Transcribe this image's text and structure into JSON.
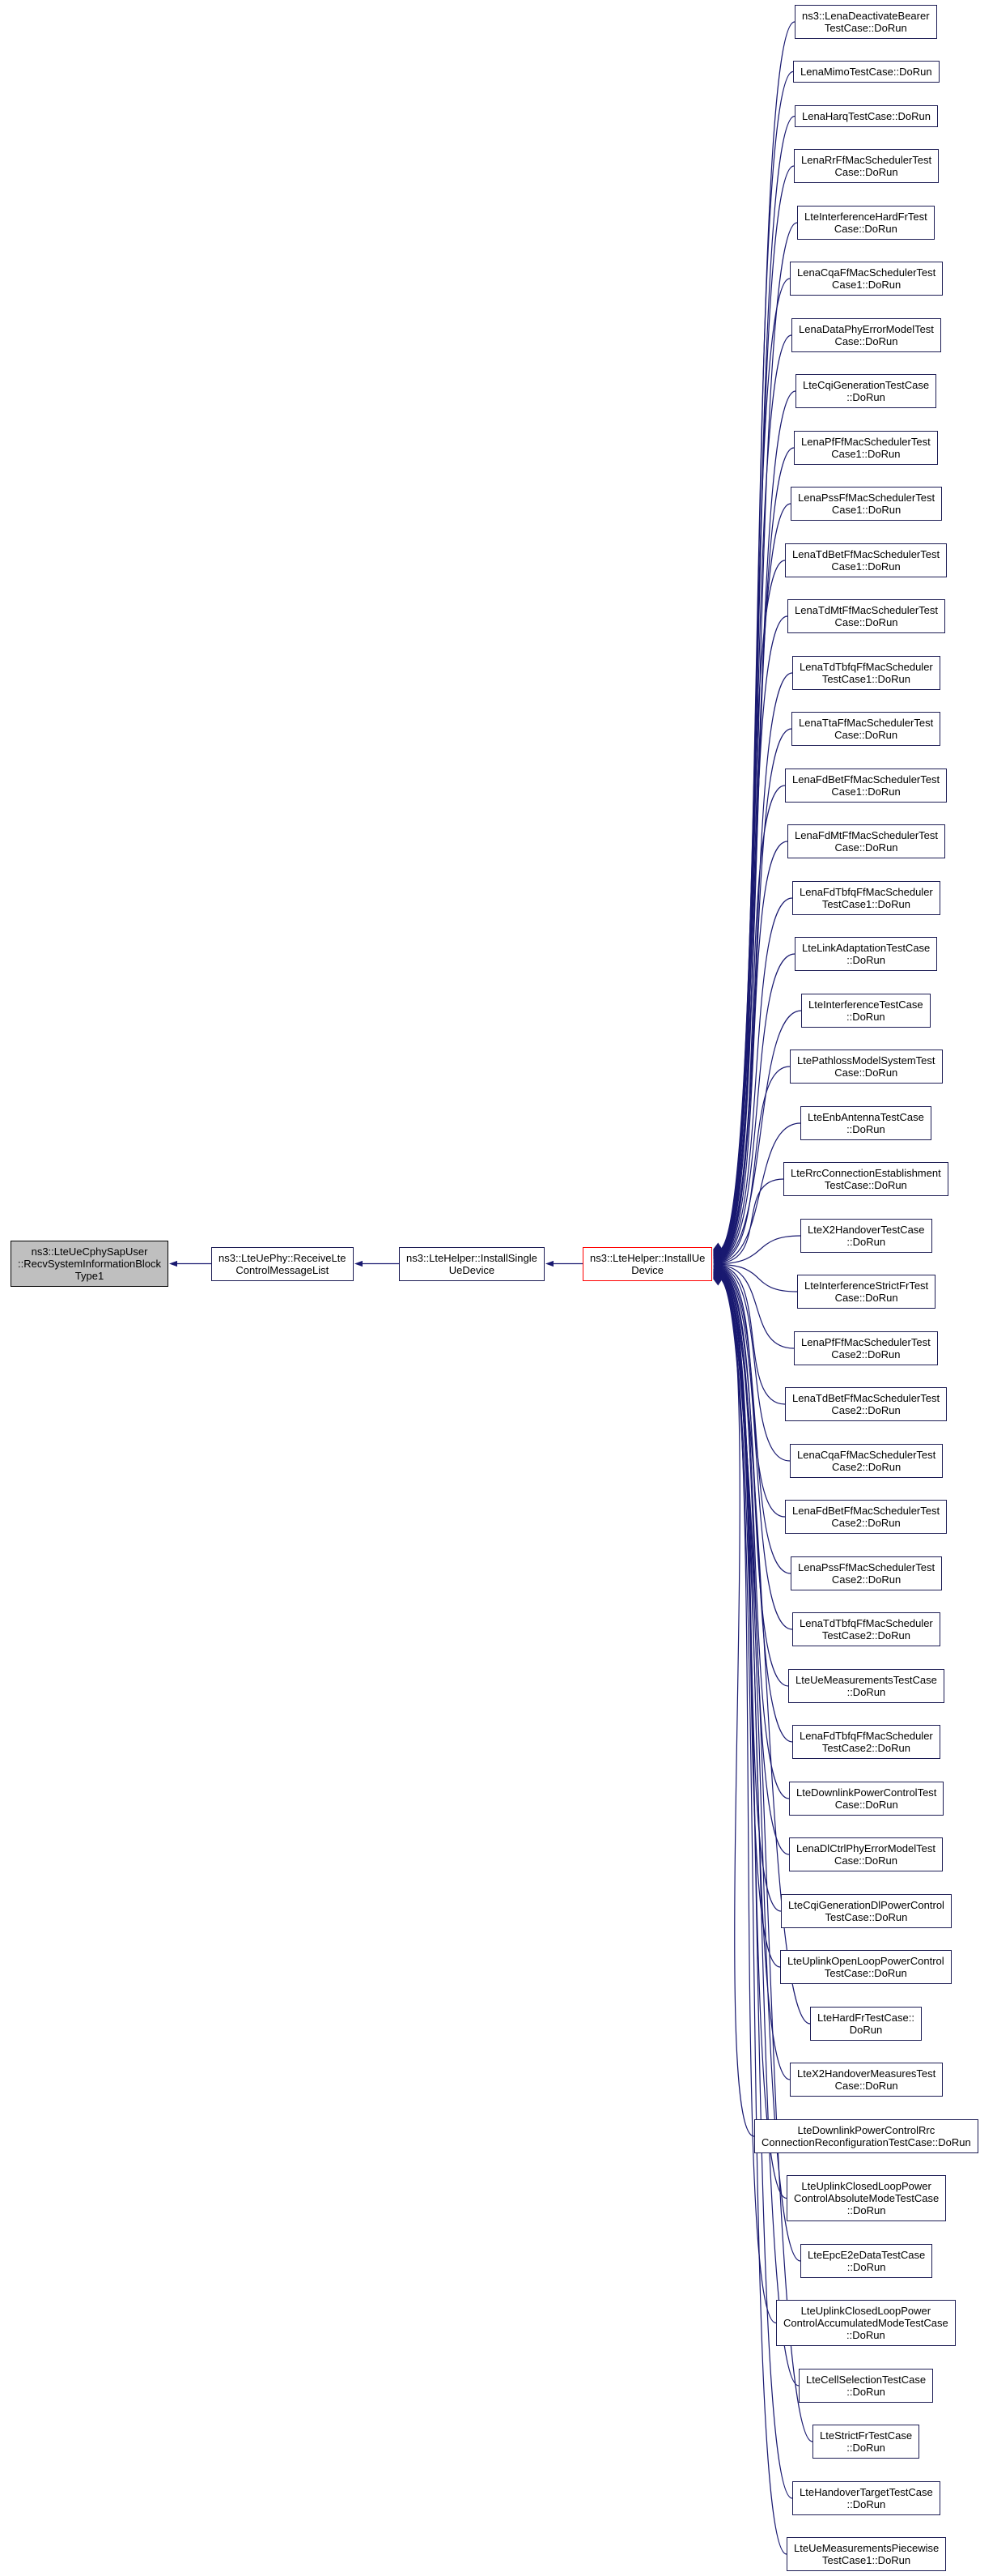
{
  "diagram": {
    "type": "doxygen-caller-graph",
    "background": "#ffffff",
    "edge_color": "#191970",
    "node_border_color": "#1c1c54",
    "current_node_fill": "#bfbfbf",
    "current_node_border": "#000000",
    "truncated_node_border": "#ff0000"
  },
  "chain": [
    {
      "label": "ns3::LteUeCphySapUser\n::RecvSystemInformationBlock\nType1",
      "style": "current",
      "interactable": false
    },
    {
      "label": "ns3::LteUePhy::ReceiveLte\nControlMessageList",
      "style": "normal",
      "interactable": true
    },
    {
      "label": "ns3::LteHelper::InstallSingle\nUeDevice",
      "style": "normal",
      "interactable": true
    },
    {
      "label": "ns3::LteHelper::InstallUe\nDevice",
      "style": "truncated",
      "interactable": true
    }
  ],
  "callers": [
    {
      "label": "ns3::LenaDeactivateBearer\nTestCase::DoRun"
    },
    {
      "label": "LenaMimoTestCase::DoRun"
    },
    {
      "label": "LenaHarqTestCase::DoRun"
    },
    {
      "label": "LenaRrFfMacSchedulerTest\nCase::DoRun"
    },
    {
      "label": "LteInterferenceHardFrTest\nCase::DoRun"
    },
    {
      "label": "LenaCqaFfMacSchedulerTest\nCase1::DoRun"
    },
    {
      "label": "LenaDataPhyErrorModelTest\nCase::DoRun"
    },
    {
      "label": "LteCqiGenerationTestCase\n::DoRun"
    },
    {
      "label": "LenaPfFfMacSchedulerTest\nCase1::DoRun"
    },
    {
      "label": "LenaPssFfMacSchedulerTest\nCase1::DoRun"
    },
    {
      "label": "LenaTdBetFfMacSchedulerTest\nCase1::DoRun"
    },
    {
      "label": "LenaTdMtFfMacSchedulerTest\nCase::DoRun"
    },
    {
      "label": "LenaTdTbfqFfMacScheduler\nTestCase1::DoRun"
    },
    {
      "label": "LenaTtaFfMacSchedulerTest\nCase::DoRun"
    },
    {
      "label": "LenaFdBetFfMacSchedulerTest\nCase1::DoRun"
    },
    {
      "label": "LenaFdMtFfMacSchedulerTest\nCase::DoRun"
    },
    {
      "label": "LenaFdTbfqFfMacScheduler\nTestCase1::DoRun"
    },
    {
      "label": "LteLinkAdaptationTestCase\n::DoRun"
    },
    {
      "label": "LteInterferenceTestCase\n::DoRun"
    },
    {
      "label": "LtePathlossModelSystemTest\nCase::DoRun"
    },
    {
      "label": "LteEnbAntennaTestCase\n::DoRun"
    },
    {
      "label": "LteRrcConnectionEstablishment\nTestCase::DoRun"
    },
    {
      "label": "LteX2HandoverTestCase\n::DoRun"
    },
    {
      "label": "LteInterferenceStrictFrTest\nCase::DoRun"
    },
    {
      "label": "LenaPfFfMacSchedulerTest\nCase2::DoRun"
    },
    {
      "label": "LenaTdBetFfMacSchedulerTest\nCase2::DoRun"
    },
    {
      "label": "LenaCqaFfMacSchedulerTest\nCase2::DoRun"
    },
    {
      "label": "LenaFdBetFfMacSchedulerTest\nCase2::DoRun"
    },
    {
      "label": "LenaPssFfMacSchedulerTest\nCase2::DoRun"
    },
    {
      "label": "LenaTdTbfqFfMacScheduler\nTestCase2::DoRun"
    },
    {
      "label": "LteUeMeasurementsTestCase\n::DoRun"
    },
    {
      "label": "LenaFdTbfqFfMacScheduler\nTestCase2::DoRun"
    },
    {
      "label": "LteDownlinkPowerControlTest\nCase::DoRun"
    },
    {
      "label": "LenaDlCtrlPhyErrorModelTest\nCase::DoRun"
    },
    {
      "label": "LteCqiGenerationDlPowerControl\nTestCase::DoRun"
    },
    {
      "label": "LteUplinkOpenLoopPowerControl\nTestCase::DoRun"
    },
    {
      "label": "LteHardFrTestCase::\nDoRun"
    },
    {
      "label": "LteX2HandoverMeasuresTest\nCase::DoRun"
    },
    {
      "label": "LteDownlinkPowerControlRrc\nConnectionReconfigurationTestCase::DoRun"
    },
    {
      "label": "LteUplinkClosedLoopPower\nControlAbsoluteModeTestCase\n::DoRun"
    },
    {
      "label": "LteEpcE2eDataTestCase\n::DoRun"
    },
    {
      "label": "LteUplinkClosedLoopPower\nControlAccumulatedModeTestCase\n::DoRun"
    },
    {
      "label": "LteCellSelectionTestCase\n::DoRun"
    },
    {
      "label": "LteStrictFrTestCase\n::DoRun"
    },
    {
      "label": "LteHandoverTargetTestCase\n::DoRun"
    },
    {
      "label": "LteUeMeasurementsPiecewise\nTestCase1::DoRun"
    }
  ]
}
